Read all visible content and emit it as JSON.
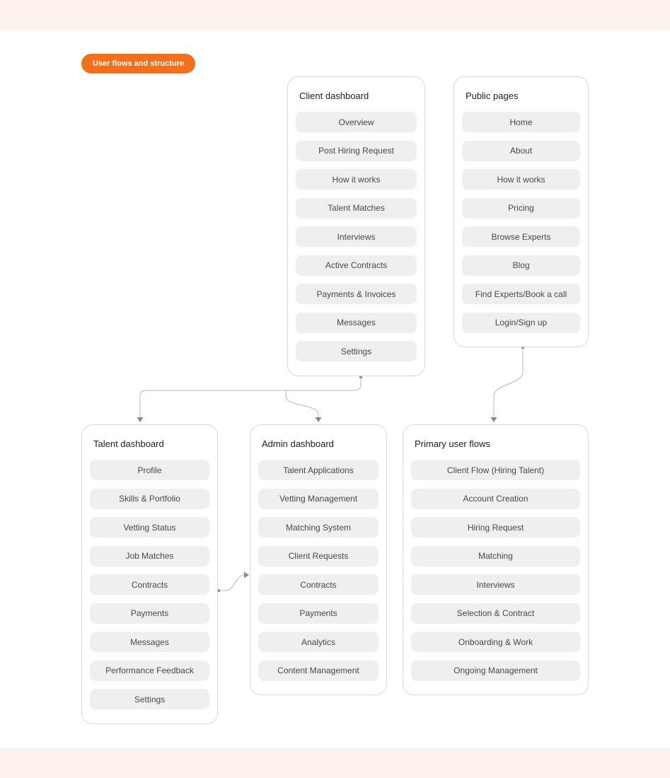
{
  "badge": {
    "label": "User flows and structure"
  },
  "colors": {
    "accent_orange": "#f2701d",
    "strip_pink": "#fdf1ee",
    "card_border": "#d9d7dc",
    "item_bg": "#f0eef1",
    "connector_gray": "#b8b6bc"
  },
  "cards": [
    {
      "id": "client-dashboard",
      "title": "Client dashboard",
      "items": [
        "Overview",
        "Post Hiring Request",
        "How it works",
        "Talent Matches",
        "Interviews",
        "Active Contracts",
        "Payments & Invoices",
        "Messages",
        "Settings"
      ]
    },
    {
      "id": "public-pages",
      "title": "Public pages",
      "items": [
        "Home",
        "About",
        "How it works",
        "Pricing",
        "Browse Experts",
        "Blog",
        "Find Experts/Book a call",
        "Login/Sign up"
      ]
    },
    {
      "id": "talent-dashboard",
      "title": "Talent dashboard",
      "items": [
        "Profile",
        "Skills & Portfolio",
        "Vetting Status",
        "Job Matches",
        "Contracts",
        "Payments",
        "Messages",
        "Performance Feedback",
        "Settings"
      ]
    },
    {
      "id": "admin-dashboard",
      "title": "Admin dashboard",
      "items": [
        "Talent Applications",
        "Vetting Management",
        "Matching System",
        "Client Requests",
        "Contracts",
        "Payments",
        "Analytics",
        "Content Management"
      ]
    },
    {
      "id": "primary-user-flows",
      "title": "Primary user flows",
      "items": [
        "Client Flow (Hiring Talent)",
        "Account Creation",
        "Hiring Request",
        "Matching",
        "Interviews",
        "Selection & Contract",
        "Onboarding & Work",
        "Ongoing Management"
      ]
    }
  ],
  "connections": [
    {
      "from": "client-dashboard",
      "to": "talent-dashboard"
    },
    {
      "from": "client-dashboard",
      "to": "admin-dashboard"
    },
    {
      "from": "public-pages",
      "to": "primary-user-flows"
    },
    {
      "from": "talent-dashboard",
      "to": "admin-dashboard"
    }
  ]
}
